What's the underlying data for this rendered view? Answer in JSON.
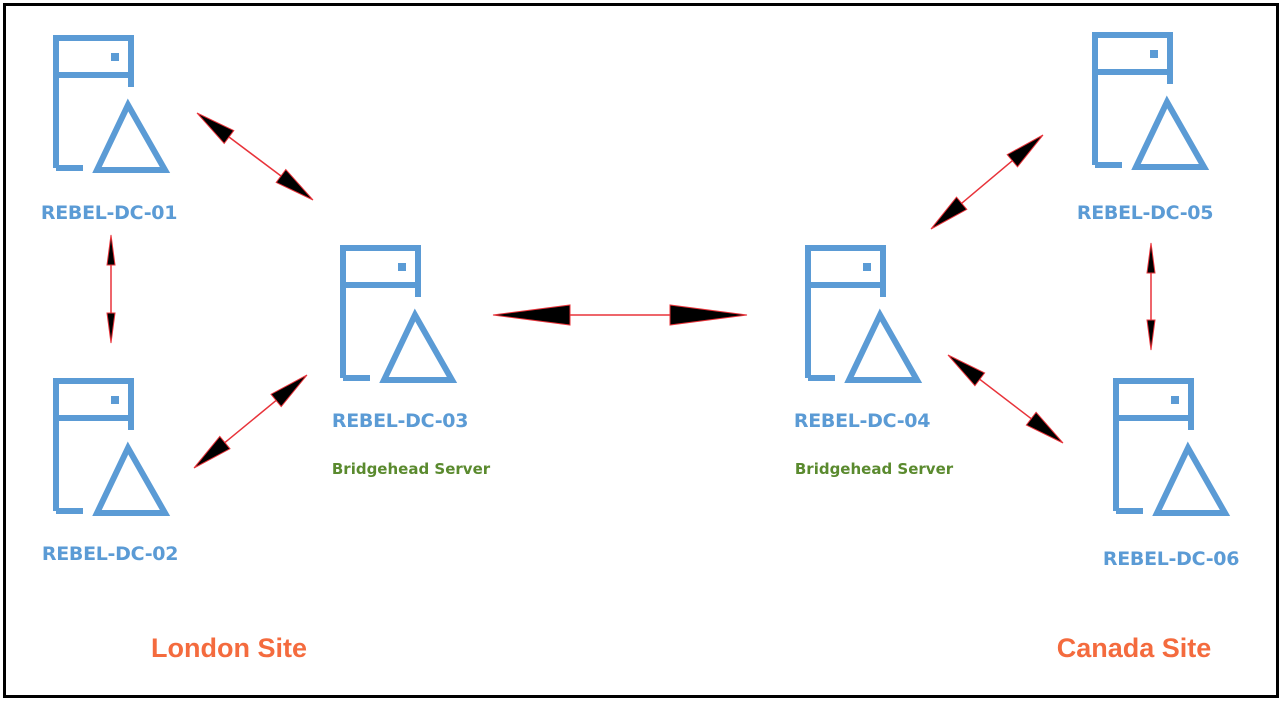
{
  "diagram": {
    "type": "network-topology",
    "colors": {
      "server": "#5B9BD5",
      "role": "#5A8A2E",
      "site": "#F46B3E",
      "link": "#E8333A",
      "arrowhead": "#000000",
      "frame": "#000000"
    },
    "servers": [
      {
        "id": "dc01",
        "name": "REBEL-DC-01",
        "role": "",
        "site": "london",
        "icon": "server-icon"
      },
      {
        "id": "dc02",
        "name": "REBEL-DC-02",
        "role": "",
        "site": "london",
        "icon": "server-icon"
      },
      {
        "id": "dc03",
        "name": "REBEL-DC-03",
        "role": "Bridgehead Server",
        "site": "london",
        "icon": "server-icon"
      },
      {
        "id": "dc04",
        "name": "REBEL-DC-04",
        "role": "Bridgehead Server",
        "site": "canada",
        "icon": "server-icon"
      },
      {
        "id": "dc05",
        "name": "REBEL-DC-05",
        "role": "",
        "site": "canada",
        "icon": "server-icon"
      },
      {
        "id": "dc06",
        "name": "REBEL-DC-06",
        "role": "",
        "site": "canada",
        "icon": "server-icon"
      }
    ],
    "sites": [
      {
        "id": "london",
        "label": "London Site"
      },
      {
        "id": "canada",
        "label": "Canada Site"
      }
    ],
    "links": [
      {
        "from": "dc01",
        "to": "dc03",
        "direction": "bidirectional",
        "type": "intra-site"
      },
      {
        "from": "dc01",
        "to": "dc02",
        "direction": "bidirectional",
        "type": "intra-site"
      },
      {
        "from": "dc02",
        "to": "dc03",
        "direction": "bidirectional",
        "type": "intra-site"
      },
      {
        "from": "dc03",
        "to": "dc04",
        "direction": "bidirectional",
        "type": "inter-site"
      },
      {
        "from": "dc04",
        "to": "dc05",
        "direction": "bidirectional",
        "type": "intra-site"
      },
      {
        "from": "dc05",
        "to": "dc06",
        "direction": "bidirectional",
        "type": "intra-site"
      },
      {
        "from": "dc04",
        "to": "dc06",
        "direction": "bidirectional",
        "type": "intra-site"
      }
    ]
  }
}
